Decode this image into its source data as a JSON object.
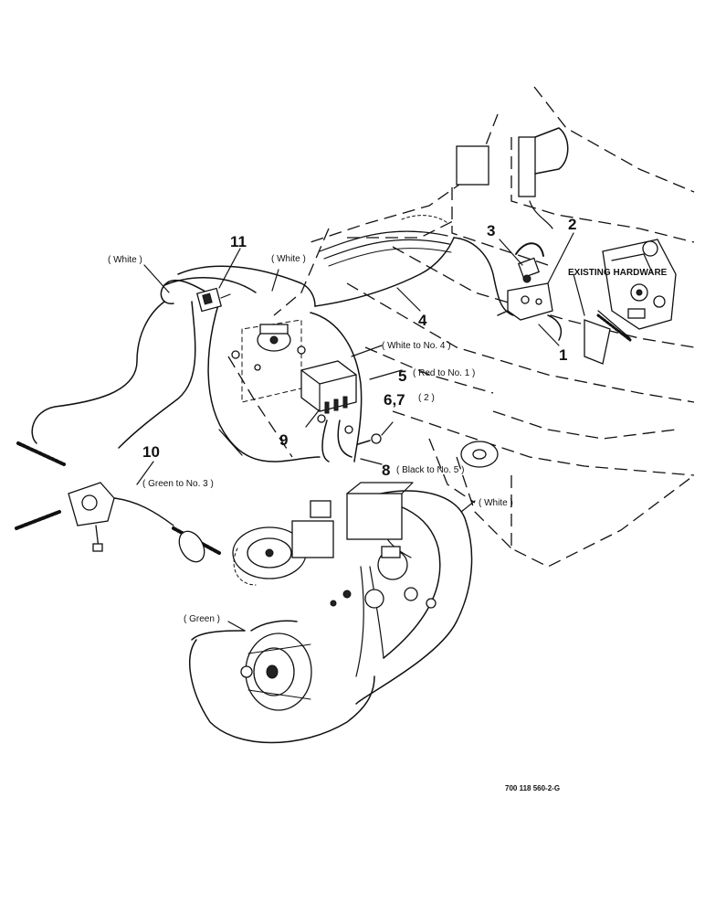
{
  "callouts": {
    "c1": "1",
    "c2": "2",
    "c3": "3",
    "c4": "4",
    "c5": "5",
    "c67": "6,7",
    "c67_qty": "( 2 )",
    "c8": "8",
    "c9": "9",
    "c10": "10",
    "c11": "11"
  },
  "wire_notes": {
    "white_left": "( White )",
    "white_top": "( White )",
    "white_to_4": "( White to No. 4 )",
    "red_to_1": "( Red to No. 1 )",
    "black_to_5": "( Black to No. 5 )",
    "green_to_3": "( Green to No. 3 )",
    "white_right": "( White )",
    "green": "( Green )"
  },
  "existing_hardware": "EXISTING HARDWARE",
  "drawing_number": "700 118 560-2-G"
}
